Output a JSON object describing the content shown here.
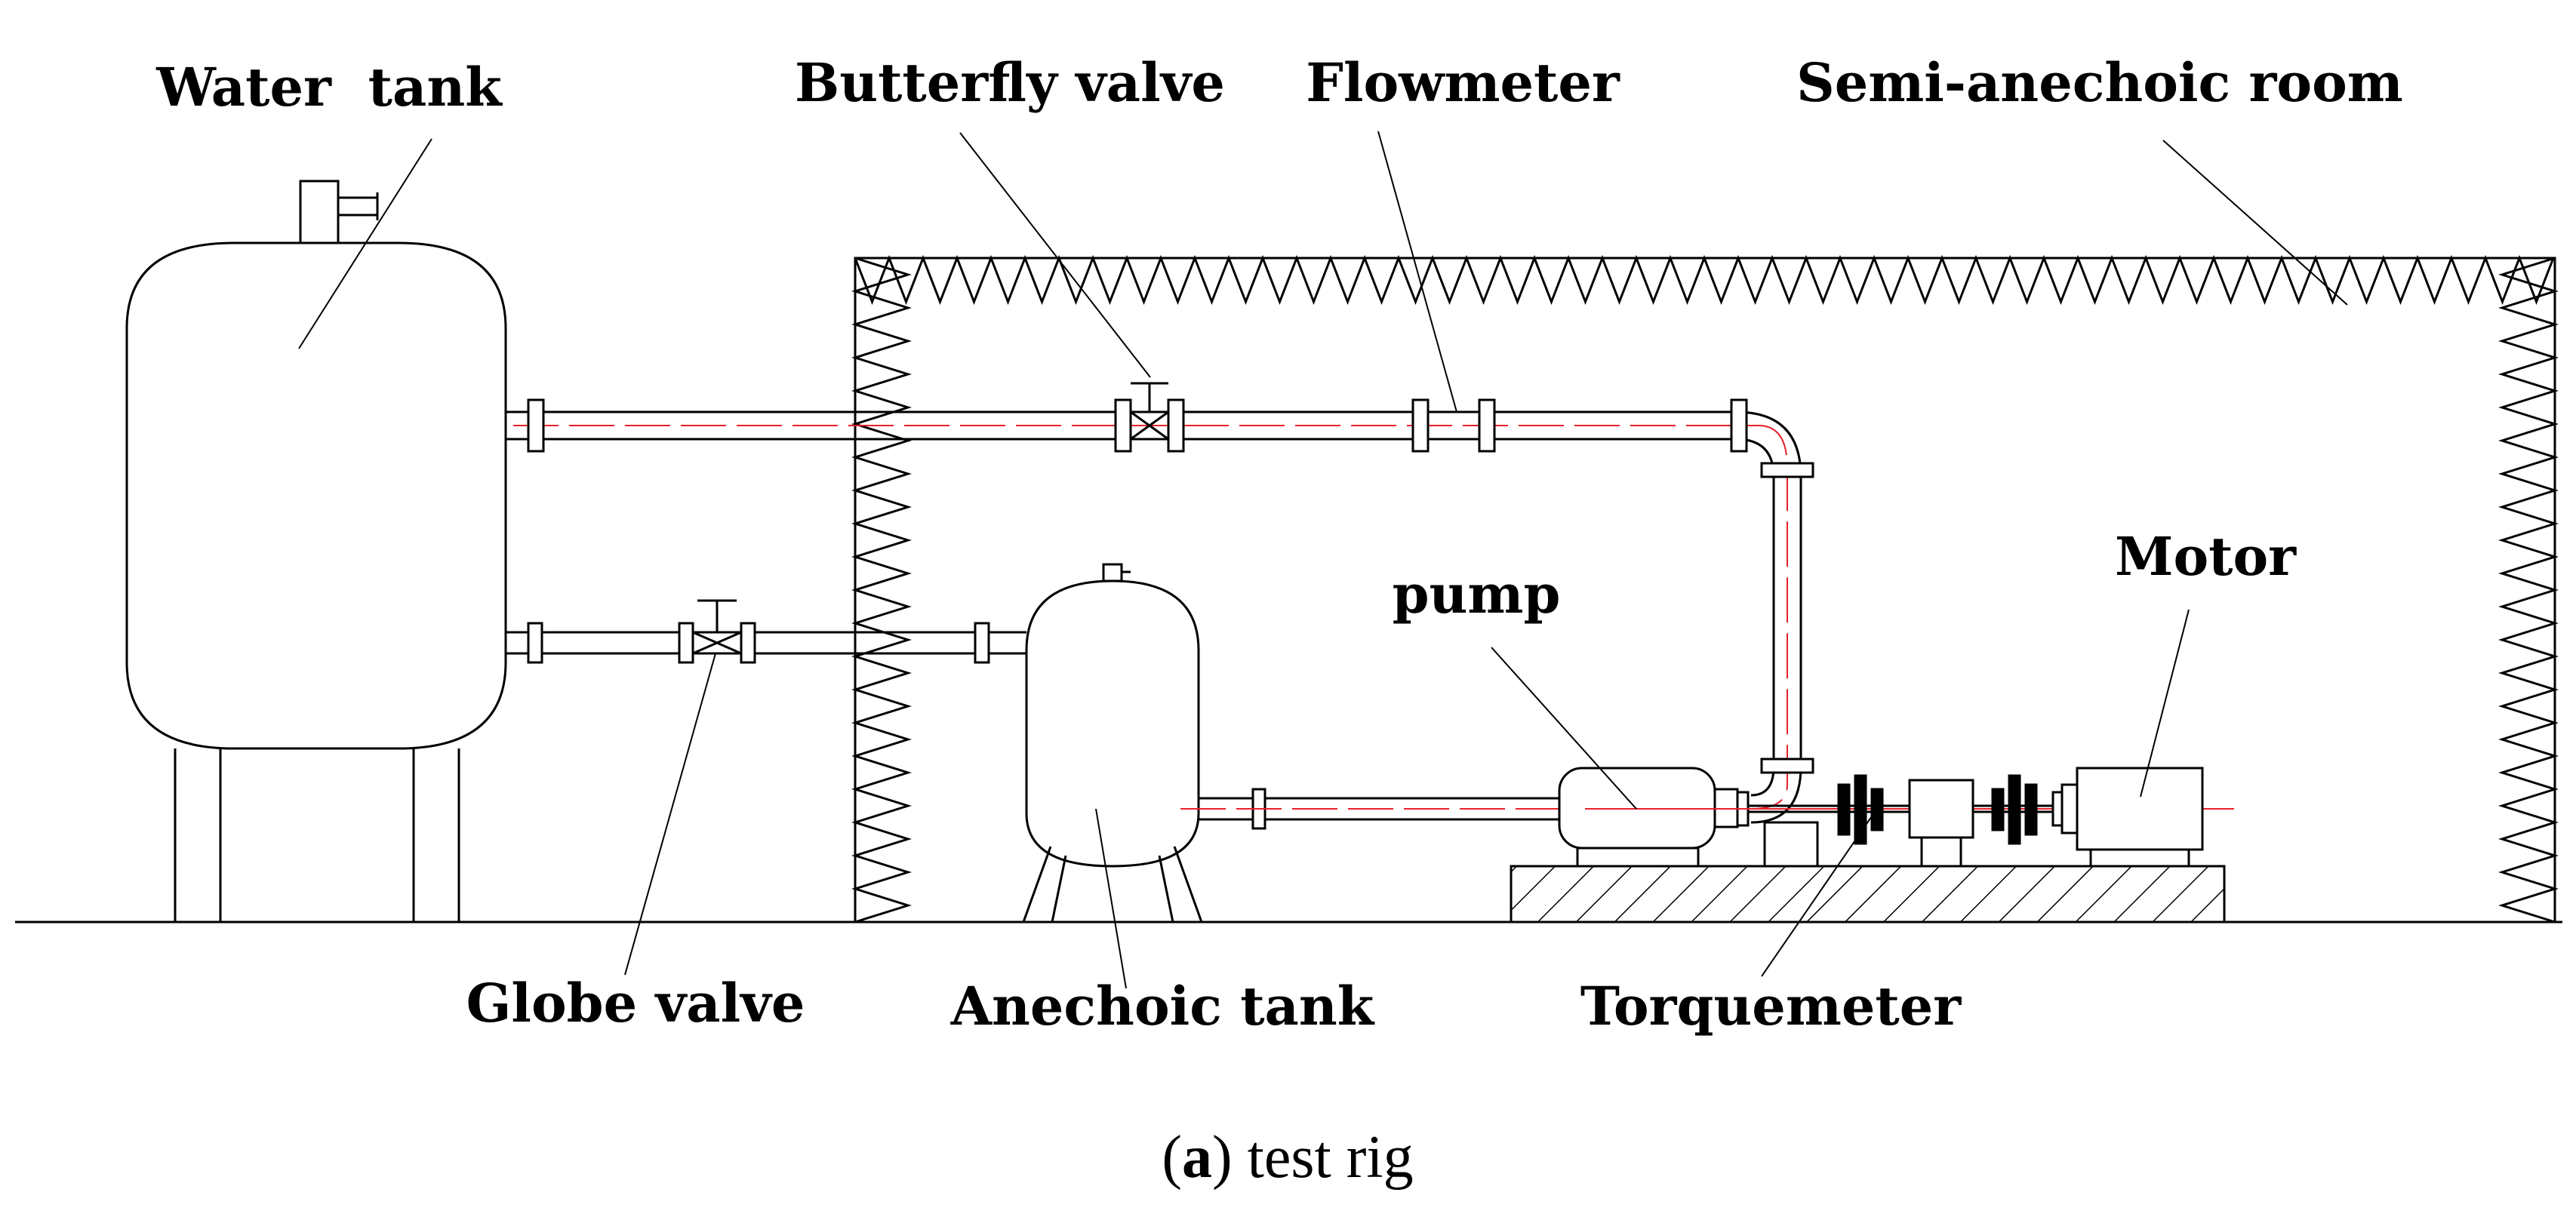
{
  "labels": {
    "water_tank": "Water  tank",
    "butterfly_valve": "Butterfly valve",
    "flowmeter": "Flowmeter",
    "semi_anechoic_room": "Semi-anechoic room",
    "pump": "pump",
    "motor": "Motor",
    "globe_valve": "Globe valve",
    "anechoic_tank": "Anechoic tank",
    "torquemeter": "Torquemeter"
  },
  "caption": {
    "tag": "a",
    "text": "test rig"
  },
  "colors": {
    "line": "#000000",
    "centerline": "#e8202a",
    "hatch": "#000000",
    "background": "#ffffff"
  }
}
